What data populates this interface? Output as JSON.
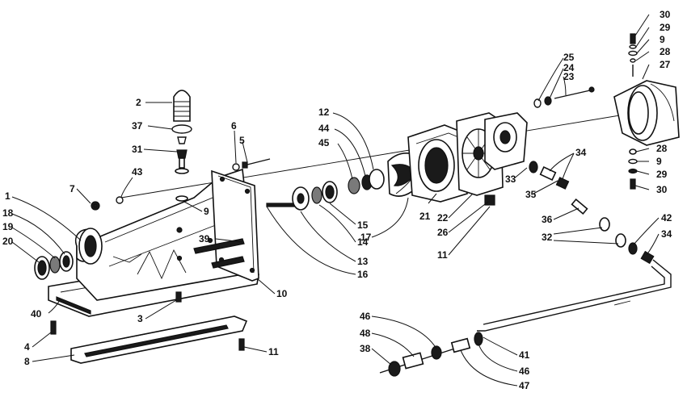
{
  "callouts": [
    {
      "id": "c-1",
      "text": "1"
    },
    {
      "id": "c-2",
      "text": "2"
    },
    {
      "id": "c-3",
      "text": "3"
    },
    {
      "id": "c-4",
      "text": "4"
    },
    {
      "id": "c-5",
      "text": "5"
    },
    {
      "id": "c-6",
      "text": "6"
    },
    {
      "id": "c-7",
      "text": "7"
    },
    {
      "id": "c-8",
      "text": "8"
    },
    {
      "id": "c-9a",
      "text": "9"
    },
    {
      "id": "c-9b",
      "text": "9"
    },
    {
      "id": "c-9c",
      "text": "9"
    },
    {
      "id": "c-10",
      "text": "10"
    },
    {
      "id": "c-11a",
      "text": "11"
    },
    {
      "id": "c-11b",
      "text": "11"
    },
    {
      "id": "c-12",
      "text": "12"
    },
    {
      "id": "c-13",
      "text": "13"
    },
    {
      "id": "c-14",
      "text": "14"
    },
    {
      "id": "c-15",
      "text": "15"
    },
    {
      "id": "c-16",
      "text": "16"
    },
    {
      "id": "c-17",
      "text": "17"
    },
    {
      "id": "c-18",
      "text": "18"
    },
    {
      "id": "c-19",
      "text": "19"
    },
    {
      "id": "c-20",
      "text": "20"
    },
    {
      "id": "c-21",
      "text": "21"
    },
    {
      "id": "c-22",
      "text": "22"
    },
    {
      "id": "c-23",
      "text": "23"
    },
    {
      "id": "c-24",
      "text": "24"
    },
    {
      "id": "c-25",
      "text": "25"
    },
    {
      "id": "c-26",
      "text": "26"
    },
    {
      "id": "c-27",
      "text": "27"
    },
    {
      "id": "c-28a",
      "text": "28"
    },
    {
      "id": "c-28b",
      "text": "28"
    },
    {
      "id": "c-29a",
      "text": "29"
    },
    {
      "id": "c-29b",
      "text": "29"
    },
    {
      "id": "c-30a",
      "text": "30"
    },
    {
      "id": "c-30b",
      "text": "30"
    },
    {
      "id": "c-31",
      "text": "31"
    },
    {
      "id": "c-32",
      "text": "32"
    },
    {
      "id": "c-33",
      "text": "33"
    },
    {
      "id": "c-34a",
      "text": "34"
    },
    {
      "id": "c-34b",
      "text": "34"
    },
    {
      "id": "c-35",
      "text": "35"
    },
    {
      "id": "c-36",
      "text": "36"
    },
    {
      "id": "c-37",
      "text": "37"
    },
    {
      "id": "c-38",
      "text": "38"
    },
    {
      "id": "c-39",
      "text": "39"
    },
    {
      "id": "c-40",
      "text": "40"
    },
    {
      "id": "c-41",
      "text": "41"
    },
    {
      "id": "c-42",
      "text": "42"
    },
    {
      "id": "c-43",
      "text": "43"
    },
    {
      "id": "c-44",
      "text": "44"
    },
    {
      "id": "c-45",
      "text": "45"
    },
    {
      "id": "c-46a",
      "text": "46"
    },
    {
      "id": "c-46b",
      "text": "46"
    },
    {
      "id": "c-47",
      "text": "47"
    },
    {
      "id": "c-48",
      "text": "48"
    }
  ]
}
